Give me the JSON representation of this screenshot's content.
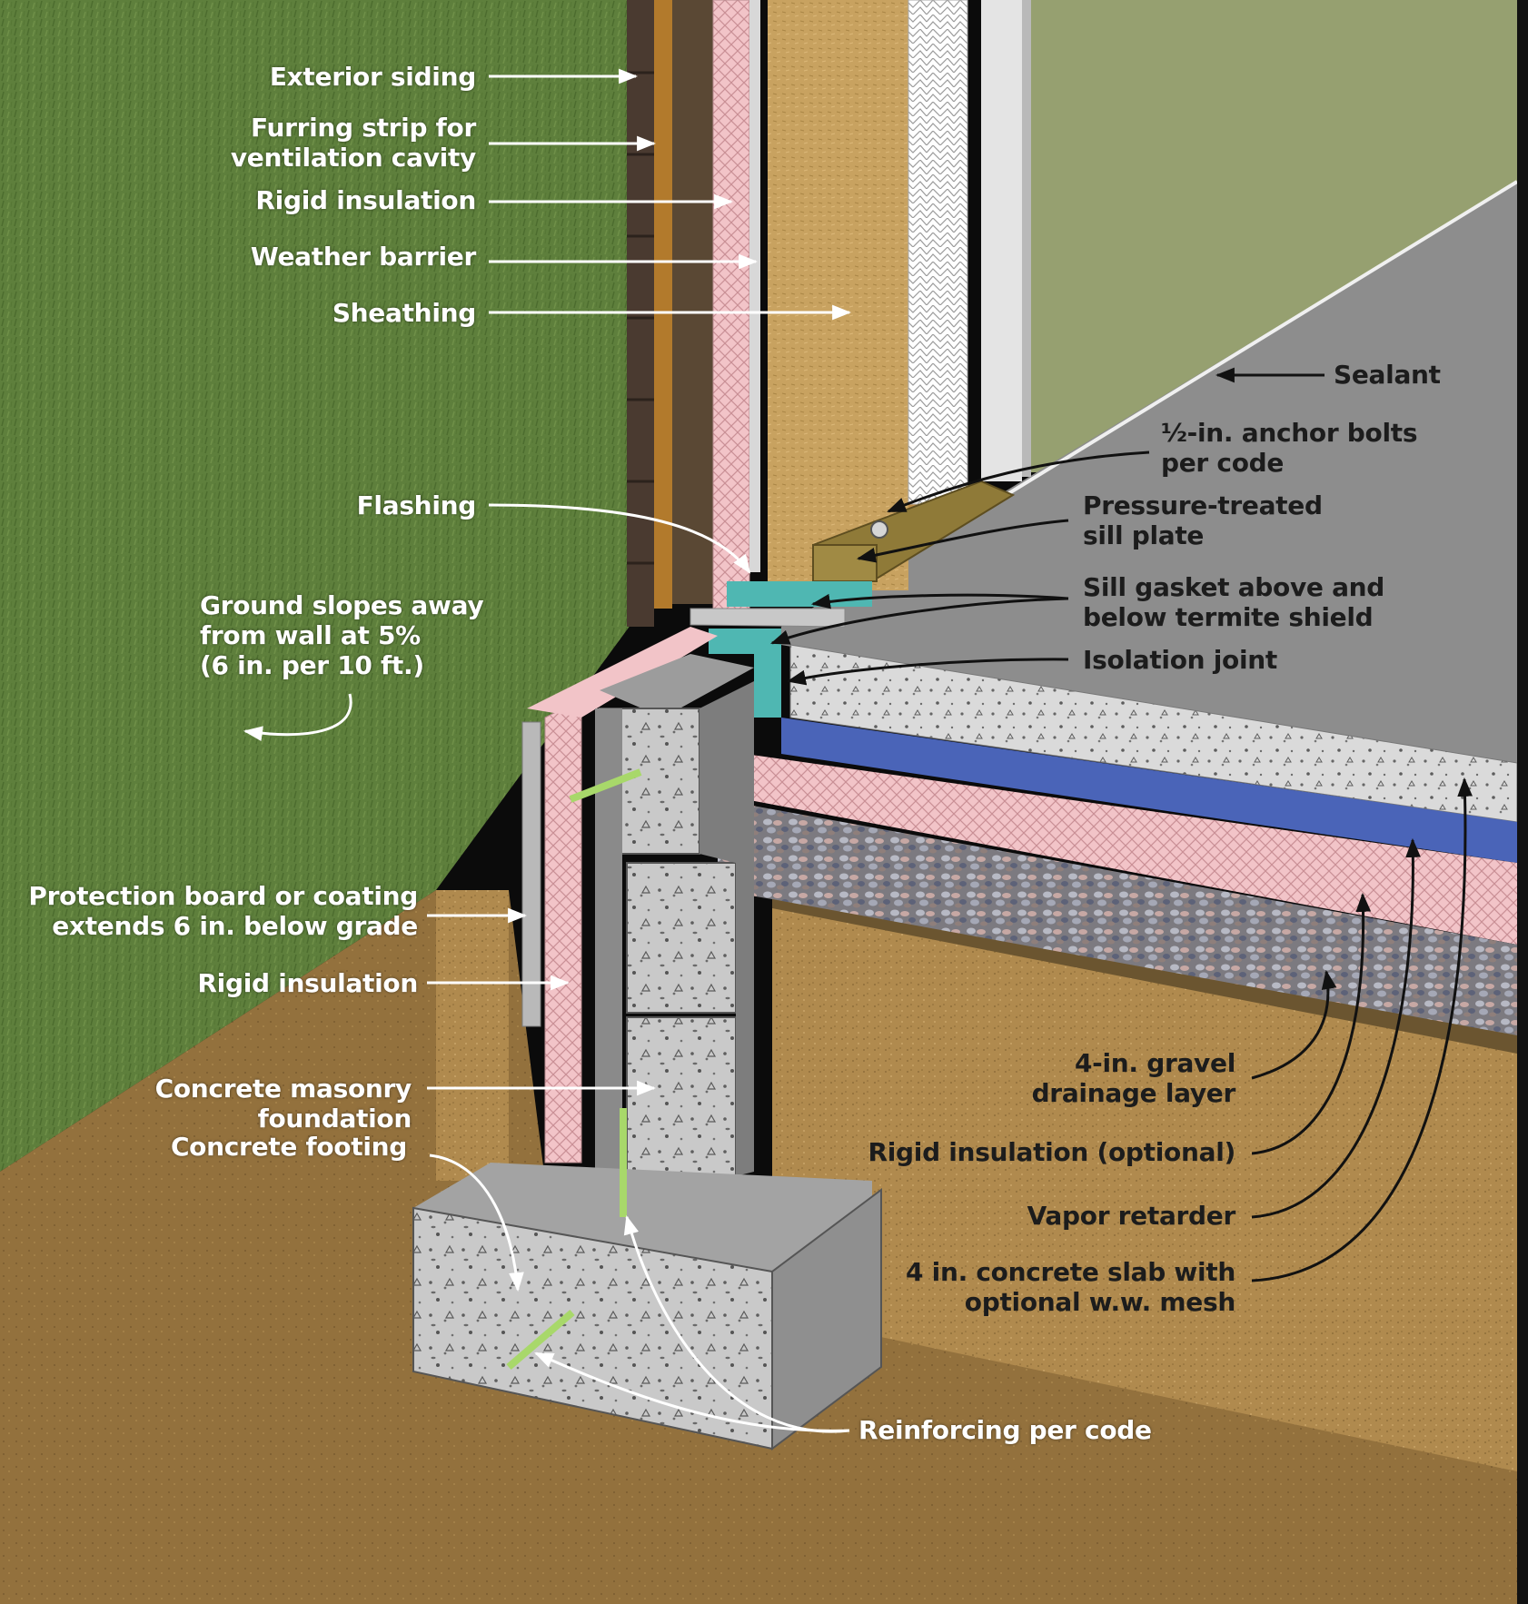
{
  "labels": {
    "exterior_siding": "Exterior siding",
    "furring_strip": "Furring strip for\nventilation cavity",
    "rigid_insulation_wall": "Rigid insulation",
    "weather_barrier": "Weather barrier",
    "sheathing": "Sheathing",
    "sealant": "Sealant",
    "anchor_bolts": "½-in. anchor bolts\nper code",
    "sill_plate": "Pressure-treated\nsill plate",
    "sill_gasket": "Sill gasket above and\nbelow termite shield",
    "isolation_joint": "Isolation joint",
    "flashing": "Flashing",
    "ground_slope": "Ground slopes away\nfrom wall at 5%\n(6 in. per 10 ft.)",
    "protection_board": "Protection board or coating\nextends 6 in. below grade",
    "rigid_insulation_foundation": "Rigid insulation",
    "masonry_foundation": "Concrete masonry foundation",
    "concrete_footing": "Concrete footing",
    "gravel_layer": "4-in. gravel\ndrainage layer",
    "rigid_insulation_optional": "Rigid insulation (optional)",
    "vapor_retarder": "Vapor retarder",
    "concrete_slab": "4 in. concrete slab with\noptional w.w. mesh",
    "reinforcing": "Reinforcing per code"
  },
  "colors": {
    "grass": "#5e7f3c",
    "soil": "#b08a4e",
    "concrete": "#c9c9c9",
    "slab_top": "#8d8d8d",
    "insulation": "#f2c4c8",
    "vapor_retarder": "#4a64b8",
    "gasket": "#4fb7b2",
    "sheathing": "#c8a260",
    "interior_wall": "#96a070",
    "rebar": "#a8d86a"
  }
}
